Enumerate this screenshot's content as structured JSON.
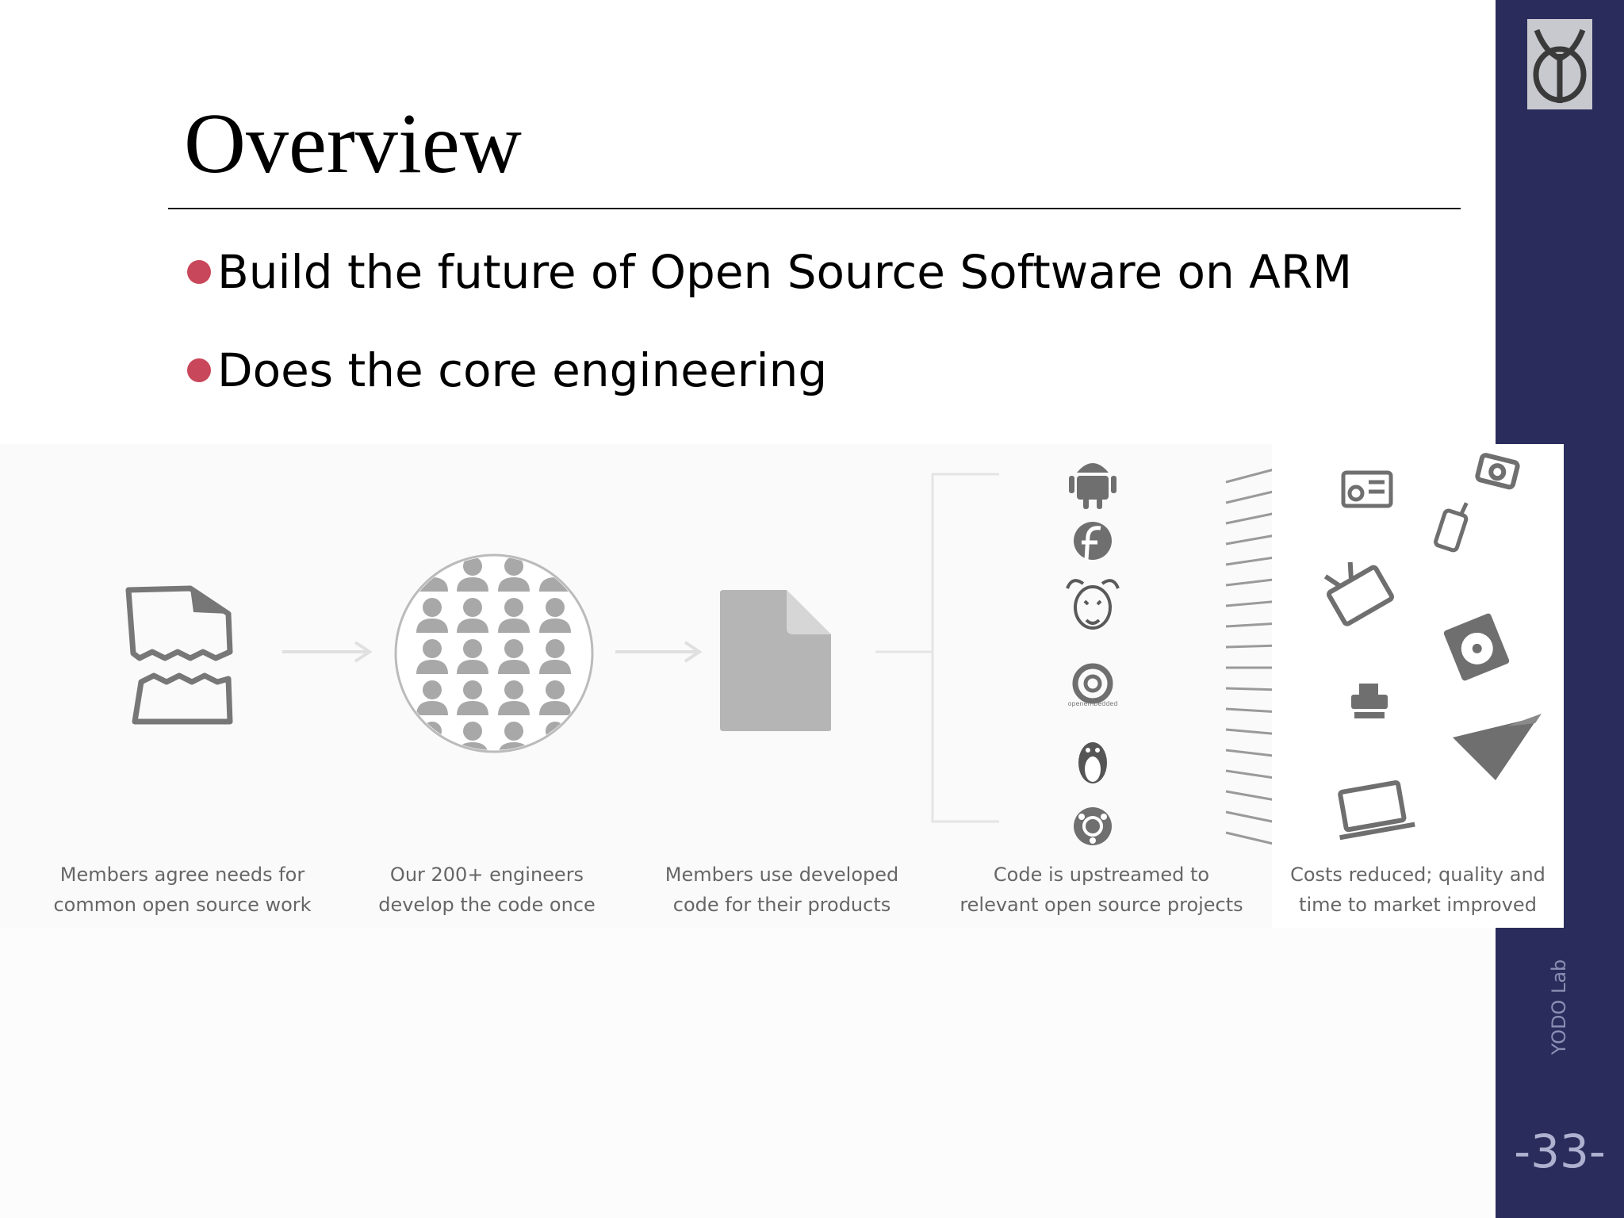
{
  "slide": {
    "title": "Overview",
    "bullets": [
      "Build the future of Open Source Software on ARM",
      "Does the core engineering"
    ],
    "sidebar_label": "YODO Lab",
    "page_number": "-33-"
  },
  "diagram": {
    "captions": [
      {
        "line1": "Members agree needs for",
        "line2": "common open source work"
      },
      {
        "line1": "Our 200+ engineers",
        "line2": "develop the code once"
      },
      {
        "line1": "Members use developed",
        "line2": "code for their products"
      },
      {
        "line1": "Code is upstreamed to",
        "line2": "relevant open source projects"
      },
      {
        "line1": "Costs reduced; quality and",
        "line2": "time to market improved"
      }
    ],
    "project_logo_caption": "openembedded"
  },
  "colors": {
    "sidebar": "#2a2d5c",
    "bullet_dot": "#c9475a",
    "icon_gray": "#7f7f7f",
    "arrow_gray": "#e0e0e0"
  }
}
